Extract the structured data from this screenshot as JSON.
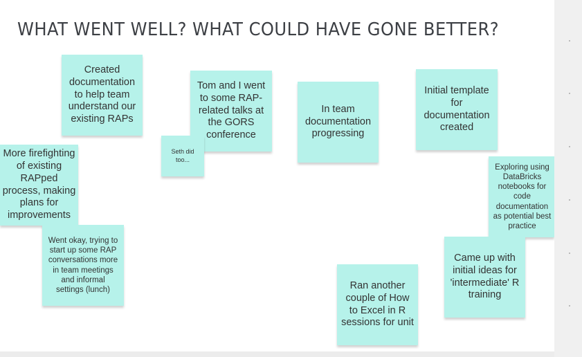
{
  "board": {
    "title": "WHAT WENT WELL? WHAT COULD HAVE GONE BETTER?"
  },
  "colors": {
    "note_fill": "#b6f2ea",
    "note_text": "#333333",
    "title_text": "#3c3f44"
  },
  "notes": [
    {
      "id": "created-docs",
      "text": "Created documentation to help team understand our existing RAPs"
    },
    {
      "id": "gors-talks",
      "text": "Tom and I went to some RAP-related talks at the GORS conference"
    },
    {
      "id": "seth-did-too",
      "text": "Seth did too..."
    },
    {
      "id": "team-docs",
      "text": "In team documentation progressing"
    },
    {
      "id": "initial-template",
      "text": "Initial template for documentation created"
    },
    {
      "id": "firefighting",
      "text": "More firefighting of existing RAPped process, making plans for improvements"
    },
    {
      "id": "databricks",
      "text": "Exploring using DataBricks notebooks for code documentation as potential best practice"
    },
    {
      "id": "rap-conversations",
      "text": "Went okay, trying to start up some RAP conversations more in team meetings and informal settings (lunch)"
    },
    {
      "id": "intermediate-r",
      "text": "Came up with initial ideas for 'intermediate' R training"
    },
    {
      "id": "excel-in-r",
      "text": "Ran another couple of How to Excel in R sessions for unit"
    }
  ]
}
